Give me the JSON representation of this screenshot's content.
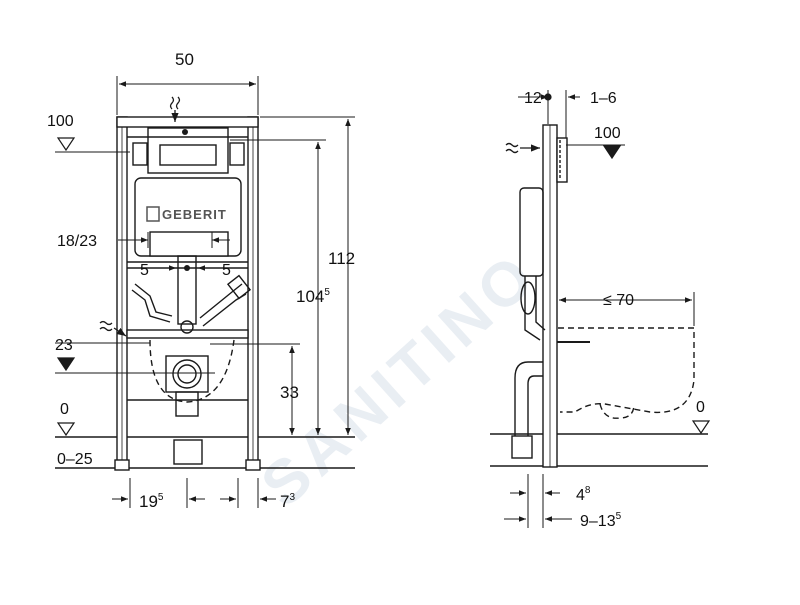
{
  "front_view": {
    "dimensions": {
      "width": "50",
      "height_total": "112",
      "height_frame_base": "104",
      "height_frame_sup": "5",
      "button_offset": "18/23",
      "center_left": "5",
      "center_right": "5",
      "outlet_height": "33",
      "bottom_left_base": "19",
      "bottom_left_sup": "5",
      "bottom_right_base": "7",
      "bottom_right_sup": "3"
    },
    "levels": {
      "top": "100",
      "connection": "23",
      "floor": "0",
      "foot_range": "0–25"
    },
    "logo_text": "GEBERIT"
  },
  "side_view": {
    "dimensions": {
      "top_depth": "12",
      "top_range": "1–6",
      "projection": "≤ 70",
      "bottom_a_base": "4",
      "bottom_a_sup": "8",
      "bottom_b_base": "9–13",
      "bottom_b_sup": "5"
    },
    "levels": {
      "top": "100",
      "floor": "0"
    }
  },
  "watermark": "SANITINO",
  "colors": {
    "line": "#1a1a1a",
    "frame_fill": "#ffffff",
    "watermark": "#e9eef3"
  }
}
